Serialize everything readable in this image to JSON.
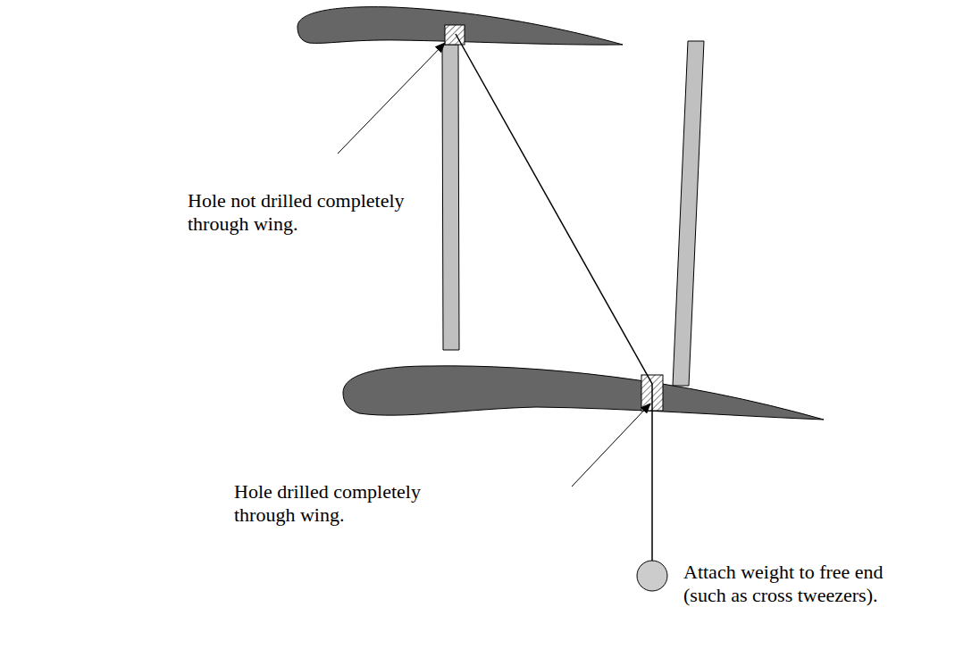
{
  "diagram": {
    "labels": [
      "Hole not drilled completely through wing.",
      "Hole drilled completely through wing.",
      "Attach weight to free end (such as cross tweezers)."
    ]
  }
}
